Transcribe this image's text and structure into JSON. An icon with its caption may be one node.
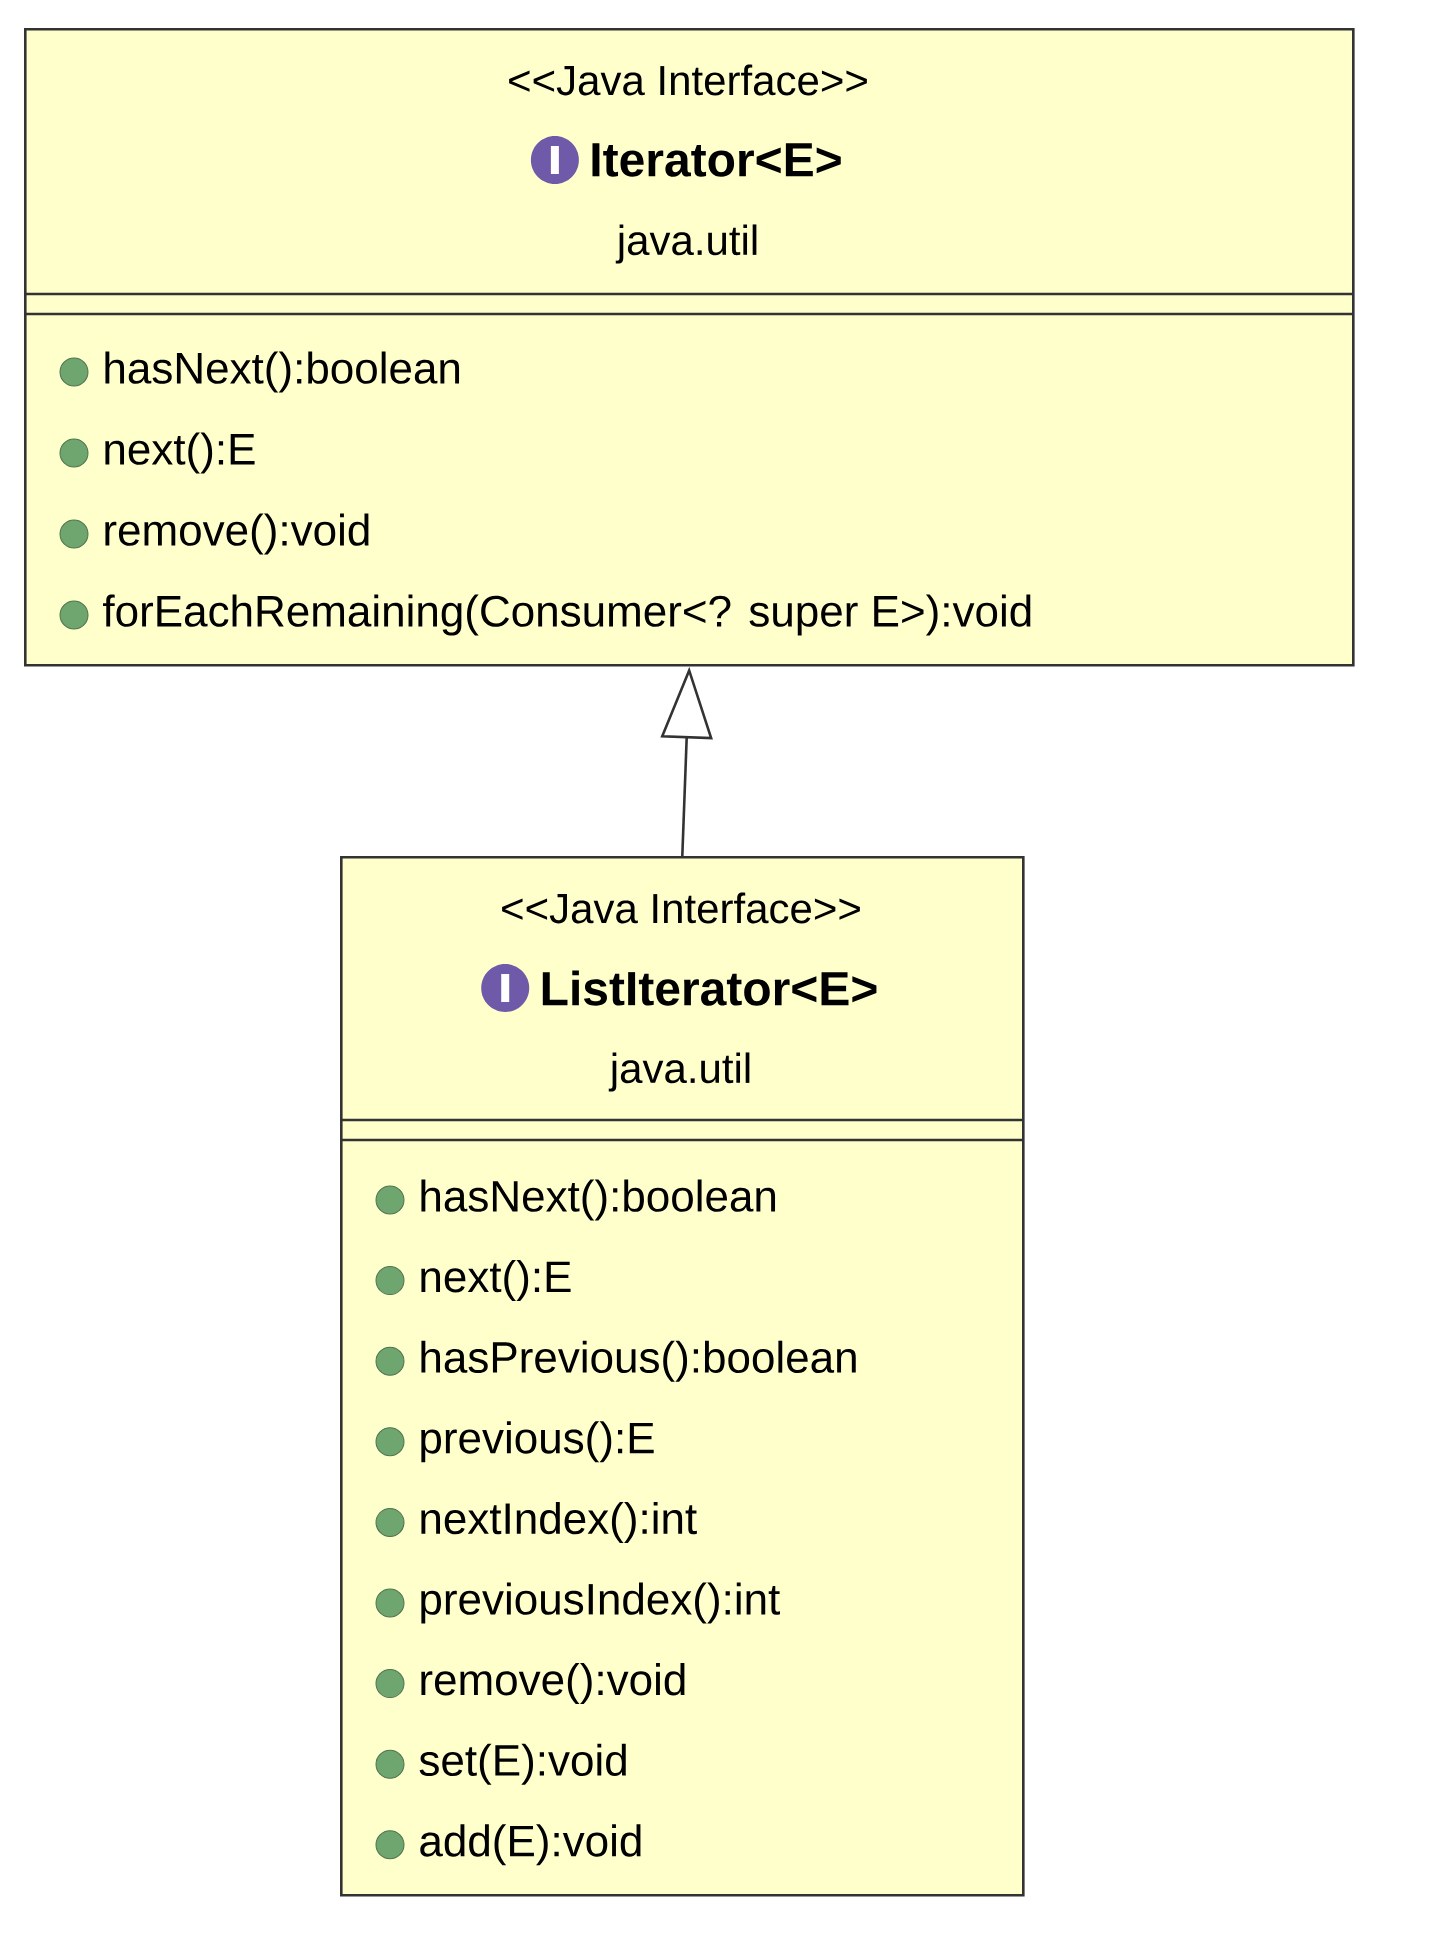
{
  "diagram": {
    "nodes": [
      {
        "text": [
          "<<Java Interface>>",
          "Iterator<E>",
          "java.util",
          "hasNext():boolean",
          "next():E",
          "remove():void",
          "forEachRemaining(Consumer<? super E>):void"
        ]
      },
      {
        "text": [
          "<<Java Interface>>",
          "ListIterator<E>",
          "java.util",
          "hasNext():boolean",
          "next():E",
          "hasPrevious():boolean",
          "previous():E",
          "nextIndex():int",
          "previousIndex():int",
          "remove():void",
          "set(E):void",
          "add(E):void"
        ]
      }
    ],
    "edges": [
      {
        "from": 1,
        "to": 0,
        "arrow": "to"
      }
    ]
  }
}
